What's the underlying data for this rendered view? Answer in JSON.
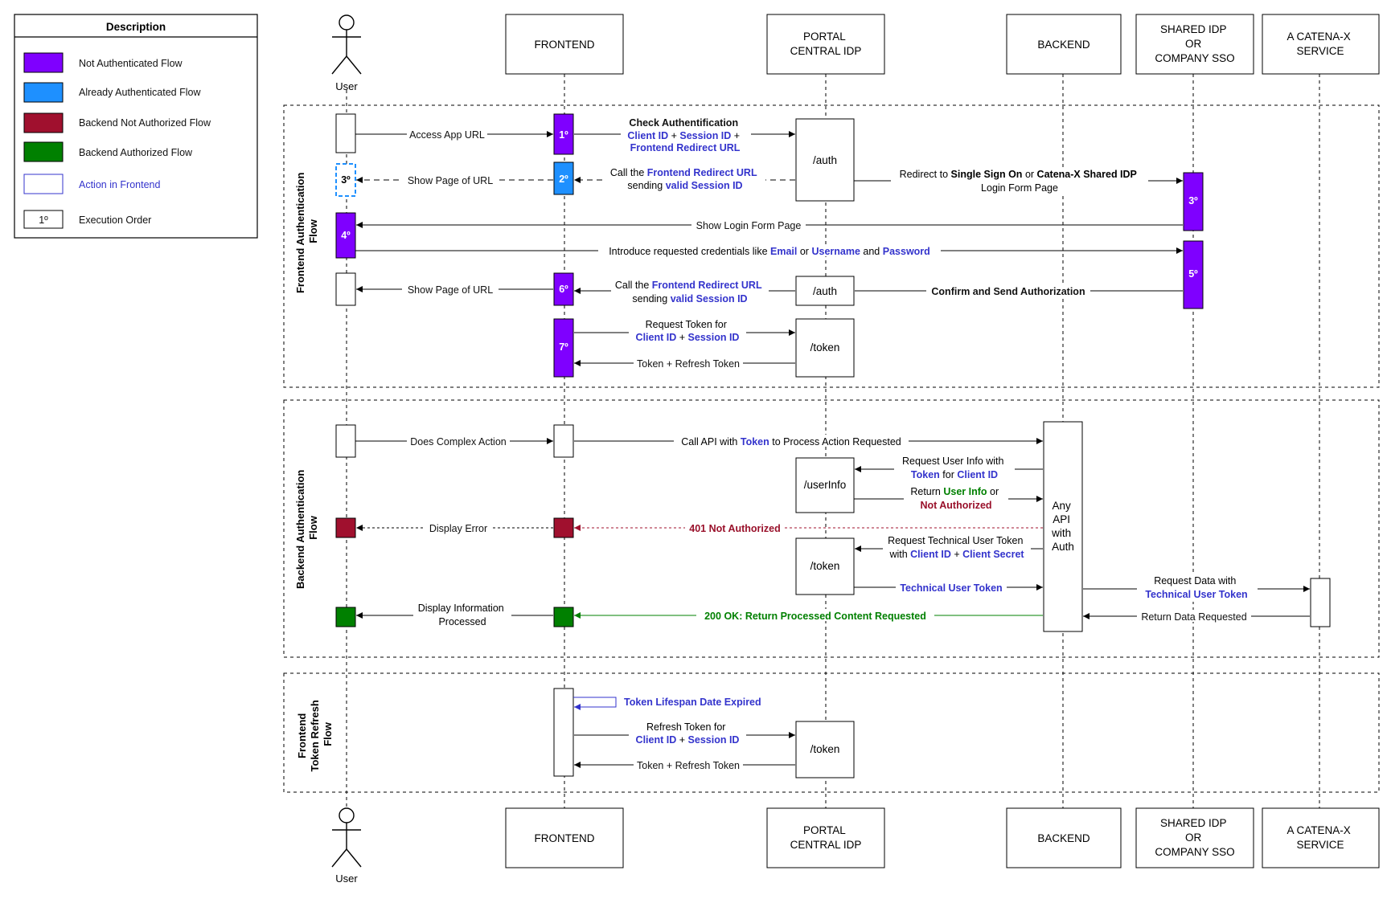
{
  "legend": {
    "title": "Description",
    "items": [
      {
        "label": "Not Authenticated Flow",
        "color": "#7f00ff"
      },
      {
        "label": "Already Authenticated Flow",
        "color": "#1e90ff"
      },
      {
        "label": "Backend Not Authorized Flow",
        "color": "#a0102e"
      },
      {
        "label": "Backend Authorized Flow",
        "color": "#008000"
      },
      {
        "label": "Action in Frontend",
        "color": "#3333cc"
      },
      {
        "label": "Execution Order",
        "sample": "1º"
      }
    ]
  },
  "colors": {
    "purple": "#7f00ff",
    "blue": "#1e90ff",
    "red": "#a0102e",
    "green": "#008000",
    "text_blue": "#3333cc"
  },
  "actors": {
    "user": "User",
    "frontend": "FRONTEND",
    "portal": [
      "PORTAL",
      "CENTRAL IDP"
    ],
    "backend": "BACKEND",
    "shared_idp": [
      "SHARED IDP",
      "OR",
      "COMPANY SSO"
    ],
    "catenax": [
      "A CATENA-X",
      "SERVICE"
    ]
  },
  "groups": {
    "frontend_auth": [
      "Frontend Authentication",
      "Flow"
    ],
    "backend_auth": [
      "Backend Authentication",
      "Flow"
    ],
    "token_refresh": [
      "Frontend",
      "Token Refresh",
      "Flow"
    ]
  },
  "steps": {
    "s1": "1º",
    "s2": "2º",
    "s3": "3º",
    "s3b": "3º",
    "s4": "4º",
    "s5": "5º",
    "s6": "6º",
    "s7": "7º"
  },
  "endpoints": {
    "auth1": "/auth",
    "auth2": "/auth",
    "token1": "/token",
    "userinfo": "/userInfo",
    "token2": "/token",
    "token3": "/token",
    "any_api": [
      "Any",
      "API",
      "with",
      "Auth"
    ]
  },
  "messages": {
    "access_app": "Access App URL",
    "check_auth": "Check Authentification",
    "client_id": "Client ID",
    "plus": "+",
    "session_id": "Session ID",
    "frontend_redirect_url": "Frontend Redirect URL",
    "show_page": "Show Page of URL",
    "call_the": "Call the",
    "sending": "sending",
    "valid_session_id": "valid Session ID",
    "redirect_to": "Redirect to",
    "sso": "Single Sign On",
    "or": "or",
    "shared_idp": "Catena-X Shared IDP",
    "login_form_page": "Login Form Page",
    "show_login": "Show Login Form Page",
    "introduce": "Introduce requested credentials like",
    "email": "Email",
    "username": "Username",
    "and": "and",
    "password": "Password",
    "confirm_send": "Confirm and Send Authorization",
    "request_token_for": "Request Token for",
    "token_refresh": "Token + Refresh Token",
    "does_complex": "Does Complex Action",
    "call_api_with": "Call API with",
    "token": "Token",
    "to_process": "to Process Action Requested",
    "request_user_info_with": "Request User Info with",
    "for": "for",
    "return": "Return",
    "user_info": "User Info",
    "not_authorized": "Not Authorized",
    "display_error": "Display Error",
    "err_401": "401 Not Authorized",
    "request_tech_token": "Request Technical User Token",
    "with": "with",
    "client_secret": "Client Secret",
    "tech_user_token": "Technical User Token",
    "request_data_with": "Request Data with",
    "return_data": "Return Data Requested",
    "display_info": [
      "Display Information",
      "Processed"
    ],
    "ok_200": "200 OK: Return Processed Content Requested",
    "token_expired": "Token Lifespan Date Expired",
    "refresh_token_for": "Refresh Token for"
  }
}
